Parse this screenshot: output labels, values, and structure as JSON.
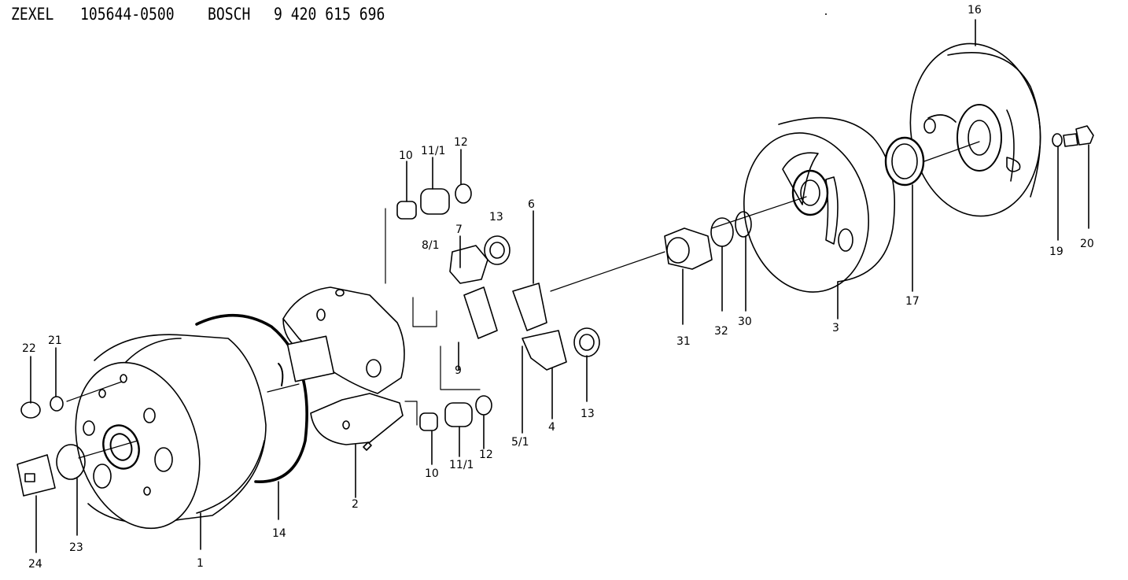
{
  "header": {
    "brand1": "ZEXEL",
    "part1": "105644-0500",
    "brand2": "BOSCH",
    "part2": "9 420 615 696"
  },
  "callouts": {
    "c1": "1",
    "c2": "2",
    "c3": "3",
    "c4": "4",
    "c5_1": "5/1",
    "c6": "6",
    "c7": "7",
    "c8_1": "8/1",
    "c9": "9",
    "c10_top": "10",
    "c11_1_top": "11/1",
    "c12_top": "12",
    "c10_bot": "10",
    "c11_1_bot": "11/1",
    "c12_bot": "12",
    "c13_top": "13",
    "c13_bot": "13",
    "c14": "14",
    "c16": "16",
    "c17": "17",
    "c19": "19",
    "c20": "20",
    "c21": "21",
    "c22": "22",
    "c23": "23",
    "c24": "24",
    "c30": "30",
    "c31": "31",
    "c32": "32"
  }
}
